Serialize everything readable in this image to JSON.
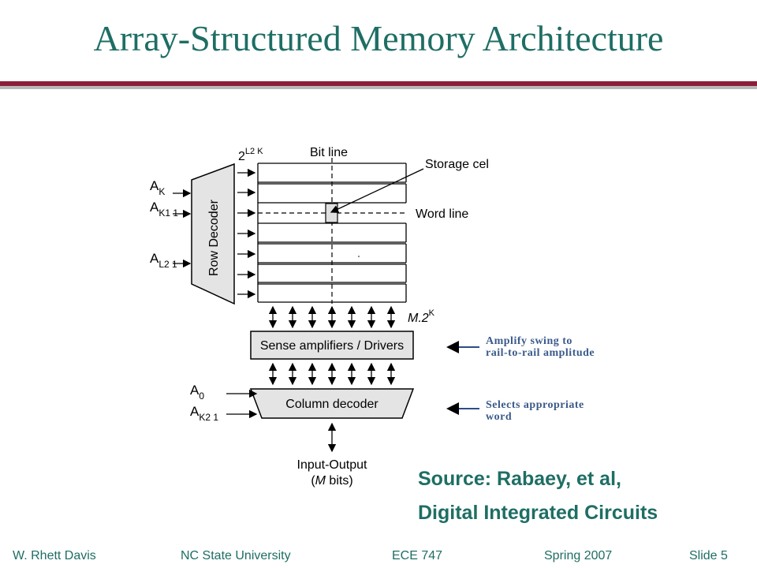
{
  "slide": {
    "title": "Array-Structured Memory Architecture",
    "colors": {
      "accent": "#1e6e64",
      "bar_dark": "#8b1f3a",
      "bar_light": "#b9b9b9",
      "note": "#3a5a8a"
    }
  },
  "diagram": {
    "bit_line_label": "Bit line",
    "word_line_label": "Word line",
    "storage_cell_label": "Storage cel",
    "row_decoder_label": "Row Decoder",
    "sense_amp_label": "Sense amplifiers / Drivers",
    "column_decoder_label": "Column decoder",
    "io_label_line1": "Input-Output",
    "io_label_line2_pre": "(",
    "io_label_line2_var": "M",
    "io_label_line2_post": " bits)",
    "rows_label_base": "2",
    "rows_label_sup": "L2 K",
    "cols_label_base": "M.2",
    "cols_label_sup": "K",
    "address_inputs": [
      {
        "base": "A",
        "sub": "K"
      },
      {
        "base": "A",
        "sub": "K1 1"
      },
      {
        "base": "A",
        "sub": "L2 1"
      }
    ],
    "column_address_inputs": [
      {
        "base": "A",
        "sub": "0"
      },
      {
        "base": "A",
        "sub": "K2 1"
      }
    ]
  },
  "notes": {
    "amplify_line1": "Amplify swing to",
    "amplify_line2": "rail-to-rail amplitude",
    "selects_line1": "Selects appropriate",
    "selects_line2": "word"
  },
  "source": {
    "line1": "Source: Rabaey, et al,",
    "line2": "Digital Integrated Circuits"
  },
  "footer": {
    "author": "W. Rhett Davis",
    "university": "NC State University",
    "course": "ECE 747",
    "term": "Spring 2007",
    "slide": "Slide 5"
  }
}
